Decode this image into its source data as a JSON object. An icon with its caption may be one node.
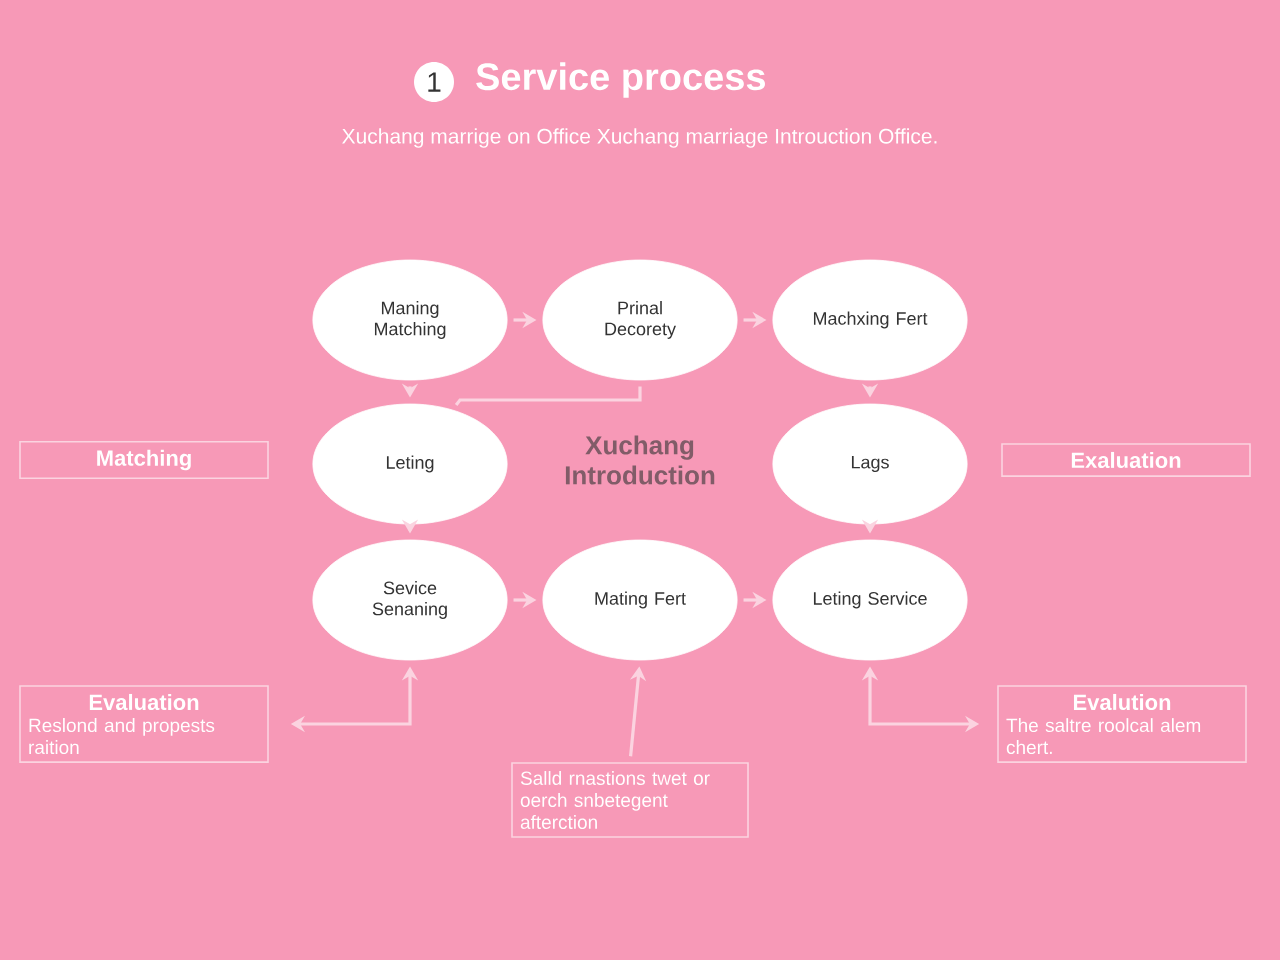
{
  "diagram": {
    "title": "Service process",
    "nodes": [
      {
        "text": [
          "Maning Matching"
        ]
      },
      {
        "text": [
          "Prinal Decorety"
        ]
      },
      {
        "text": [
          "Machxing Fert"
        ]
      },
      {
        "text": [
          "Leting"
        ]
      },
      {
        "text": [
          "Lags"
        ]
      },
      {
        "text": [
          "Sevice Senaning"
        ]
      },
      {
        "text": [
          "Mating Fert"
        ]
      },
      {
        "text": [
          "Leting Service"
        ]
      },
      {
        "text": [
          "Matching"
        ]
      },
      {
        "text": [
          "Exaluation"
        ]
      },
      {
        "text": [
          "Evaluation",
          "Reslond and propests raition"
        ]
      },
      {
        "text": [
          "Salld rnastions twet or oerch snbetegent afterction"
        ]
      },
      {
        "text": [
          "Evalution",
          "The saltre roolcal alem chert."
        ]
      }
    ],
    "edges": [
      {
        "from": 0,
        "to": 1,
        "arrow": "to"
      },
      {
        "from": 1,
        "to": 2,
        "arrow": "to"
      },
      {
        "from": 0,
        "to": 3,
        "arrow": "to"
      },
      {
        "from": 1,
        "to": 3,
        "arrow": "none"
      },
      {
        "from": 2,
        "to": 4,
        "arrow": "to"
      },
      {
        "from": 3,
        "to": 5,
        "arrow": "to"
      },
      {
        "from": 4,
        "to": 7,
        "arrow": "to"
      },
      {
        "from": 5,
        "to": 6,
        "arrow": "to"
      },
      {
        "from": 6,
        "to": 7,
        "arrow": "to"
      },
      {
        "from": 10,
        "to": 5,
        "arrow": "both"
      },
      {
        "from": 11,
        "to": 6,
        "arrow": "to"
      },
      {
        "from": 7,
        "to": 12,
        "arrow": "both"
      }
    ],
    "labels": [
      "1",
      "Xuchang marrige on Office Xuchang marriage Introuction Office.",
      "Xuchang Introduction"
    ]
  }
}
